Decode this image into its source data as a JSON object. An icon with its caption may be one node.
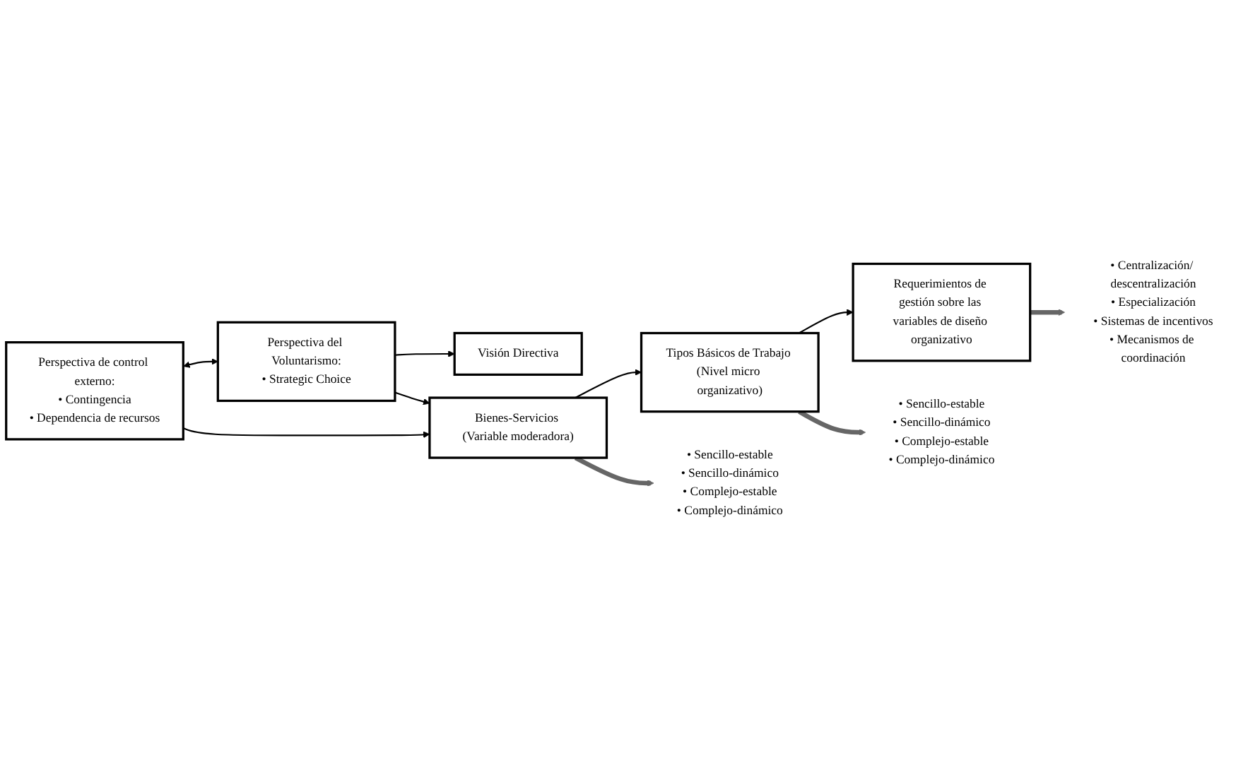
{
  "diagram": {
    "nodes": [
      {
        "text": [
          "Perspectiva de control externo:",
          "• Contingencia",
          "• Dependencia de recursos"
        ]
      },
      {
        "text": [
          "Perspectiva del Voluntarismo:",
          "• Strategic Choice"
        ]
      },
      {
        "text": [
          "Visión Directiva"
        ]
      },
      {
        "text": [
          "Bienes-Servicios (Variable moderadora)"
        ]
      },
      {
        "text": [
          "Tipos Básicos de Trabajo (Nivel micro organizativo)"
        ]
      },
      {
        "text": [
          "Requerimientos de gestión sobre las variables de diseño organizativo"
        ]
      },
      {
        "text": [
          "• Sencillo-estable",
          "• Sencillo-dinámico",
          "• Complejo-estable",
          "• Complejo-dinámico"
        ]
      },
      {
        "text": [
          "• Sencillo-estable",
          "• Sencillo-dinámico",
          "• Complejo-estable",
          "• Complejo-dinámico"
        ]
      },
      {
        "text": [
          "• Centralización/ descentralización",
          "• Especialización",
          "• Sistemas de incentivos",
          "• Mecanismos de coordinación"
        ]
      }
    ],
    "edges": [
      {
        "from": 0,
        "to": 1,
        "arrow": "both"
      },
      {
        "from": 1,
        "to": 2,
        "arrow": "to"
      },
      {
        "from": 0,
        "to": 3,
        "arrow": "to"
      },
      {
        "from": 1,
        "to": 3,
        "arrow": "to"
      },
      {
        "from": 3,
        "to": 4,
        "arrow": "to"
      },
      {
        "from": 4,
        "to": 5,
        "arrow": "to"
      },
      {
        "from": 3,
        "to": 6,
        "arrow": "to",
        "style": "thick",
        "color": "#666666"
      },
      {
        "from": 4,
        "to": 7,
        "arrow": "to",
        "style": "thick",
        "color": "#666666"
      },
      {
        "from": 5,
        "to": 8,
        "arrow": "to",
        "style": "thick",
        "color": "#666666"
      }
    ]
  }
}
